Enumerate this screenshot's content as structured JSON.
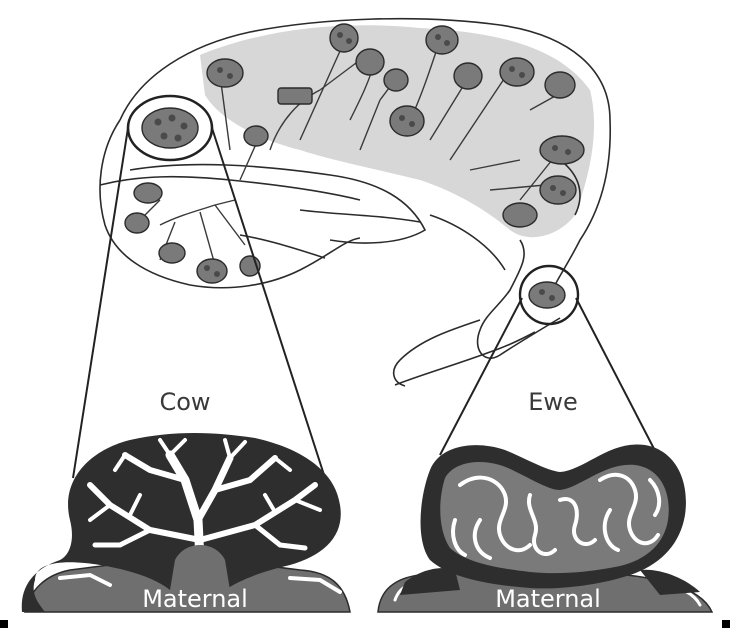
{
  "labels": {
    "cow": "Cow",
    "ewe": "Ewe",
    "maternal_left": "Maternal",
    "maternal_right": "Maternal"
  },
  "colors": {
    "outline": "#2b2b2b",
    "light_fill": "#d7d7d7",
    "cotyledon": "#7a7a7a",
    "dark": "#2e2e2e",
    "maternal": "#6f6f6f",
    "white": "#ffffff"
  },
  "icons": {
    "cotyledon": "cotyledon-icon",
    "magnify_ring": "magnify-ring-icon"
  }
}
